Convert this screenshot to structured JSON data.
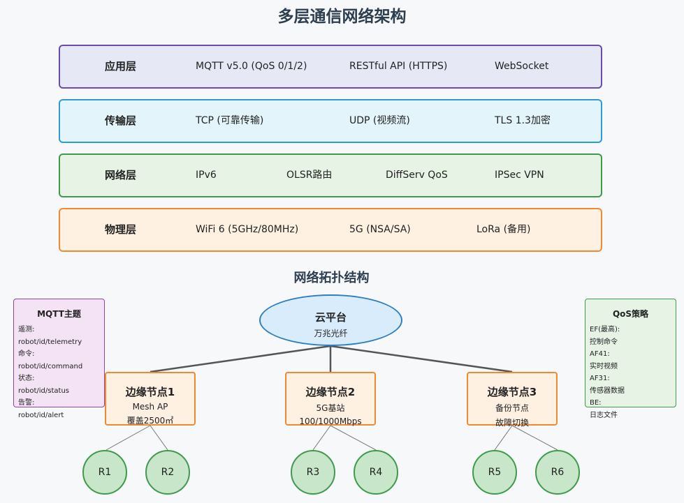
{
  "title": "多层通信网络架构",
  "layers": [
    {
      "name": "应用层",
      "items": [
        "MQTT v5.0 (QoS 0/1/2)",
        "RESTful API (HTTPS)",
        "WebSocket"
      ]
    },
    {
      "name": "传输层",
      "items": [
        "TCP (可靠传输)",
        "UDP (视频流)",
        "TLS 1.3加密"
      ]
    },
    {
      "name": "网络层",
      "items": [
        "IPv6",
        "OLSR路由",
        "DiffServ QoS",
        "IPSec VPN"
      ]
    },
    {
      "name": "物理层",
      "items": [
        "WiFi 6 (5GHz/80MHz)",
        "5G (NSA/SA)",
        "LoRa (备用)"
      ]
    }
  ],
  "topology": {
    "title": "网络拓扑结构",
    "cloud": {
      "name": "云平台",
      "desc": "万兆光纤"
    },
    "edges": [
      {
        "name": "边缘节点1",
        "line1": "Mesh AP",
        "line2": "覆盖2500㎡"
      },
      {
        "name": "边缘节点2",
        "line1": "5G基站",
        "line2": "100/1000Mbps"
      },
      {
        "name": "边缘节点3",
        "line1": "备份节点",
        "line2": "故障切换"
      }
    ],
    "robots": [
      "R1",
      "R2",
      "R3",
      "R4",
      "R5",
      "R6"
    ]
  },
  "mqtt_panel": {
    "title": "MQTT主题",
    "rows": [
      "遥测:",
      "robot/id/telemetry",
      "命令:",
      "robot/id/command",
      "状态:",
      "robot/id/status",
      "告警:",
      "robot/id/alert"
    ]
  },
  "qos_panel": {
    "title": "QoS策略",
    "rows": [
      "EF(最高):",
      "控制命令",
      "AF41:",
      "实时视频",
      "AF31:",
      "传感器数据",
      "BE:",
      "日志文件"
    ]
  }
}
